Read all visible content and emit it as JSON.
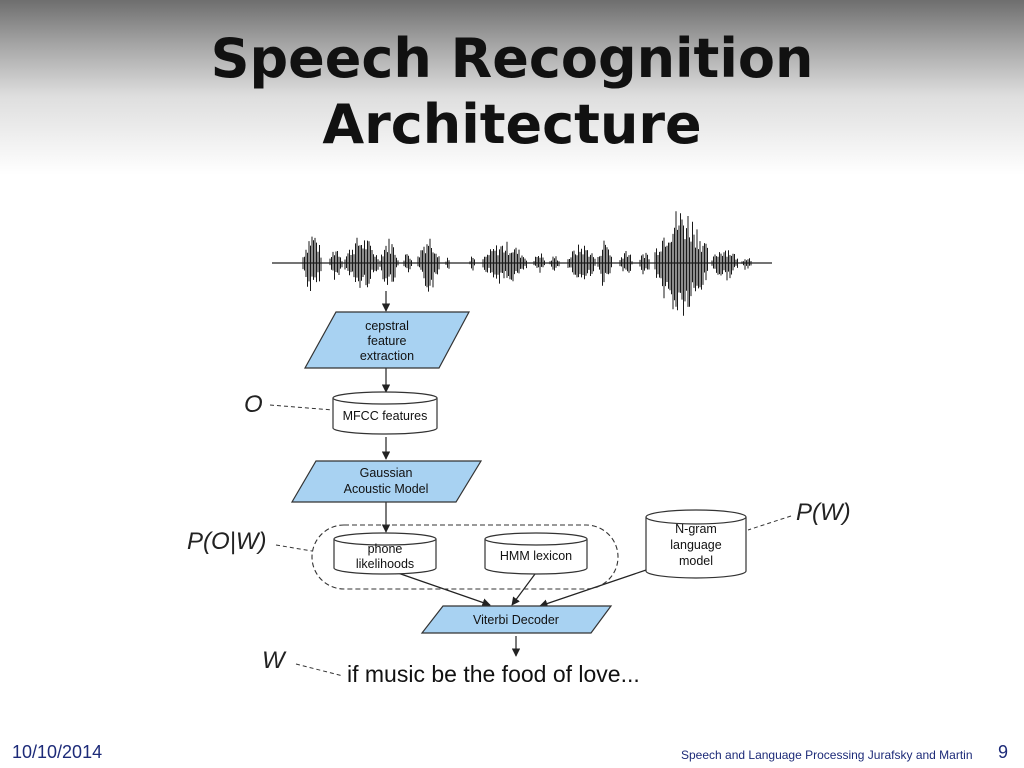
{
  "slide": {
    "title_line1": "Speech Recognition",
    "title_line2": "Architecture",
    "footer_date": "10/10/2014",
    "footer_credit": "Speech and Language Processing  Jurafsky and Martin",
    "page_number": "9"
  },
  "diagram": {
    "nodes": {
      "feature_extraction": [
        "cepstral",
        "feature",
        "extraction"
      ],
      "mfcc": "MFCC features",
      "acoustic_model": [
        "Gaussian",
        "Acoustic Model"
      ],
      "phone_likelihoods": [
        "phone",
        "likelihoods"
      ],
      "hmm_lexicon": "HMM lexicon",
      "ngram": [
        "N-gram",
        "language",
        "model"
      ],
      "viterbi": "Viterbi Decoder"
    },
    "labels": {
      "o": "O",
      "p_o_given_w": "P(O|W)",
      "p_w": "P(W)",
      "w": "W"
    },
    "output_text": "if music be the food of love..."
  },
  "colors": {
    "process_fill": "#a8d2f2",
    "store_fill": "#ffffff",
    "stroke": "#333333",
    "footer_text": "#1c2a78"
  }
}
